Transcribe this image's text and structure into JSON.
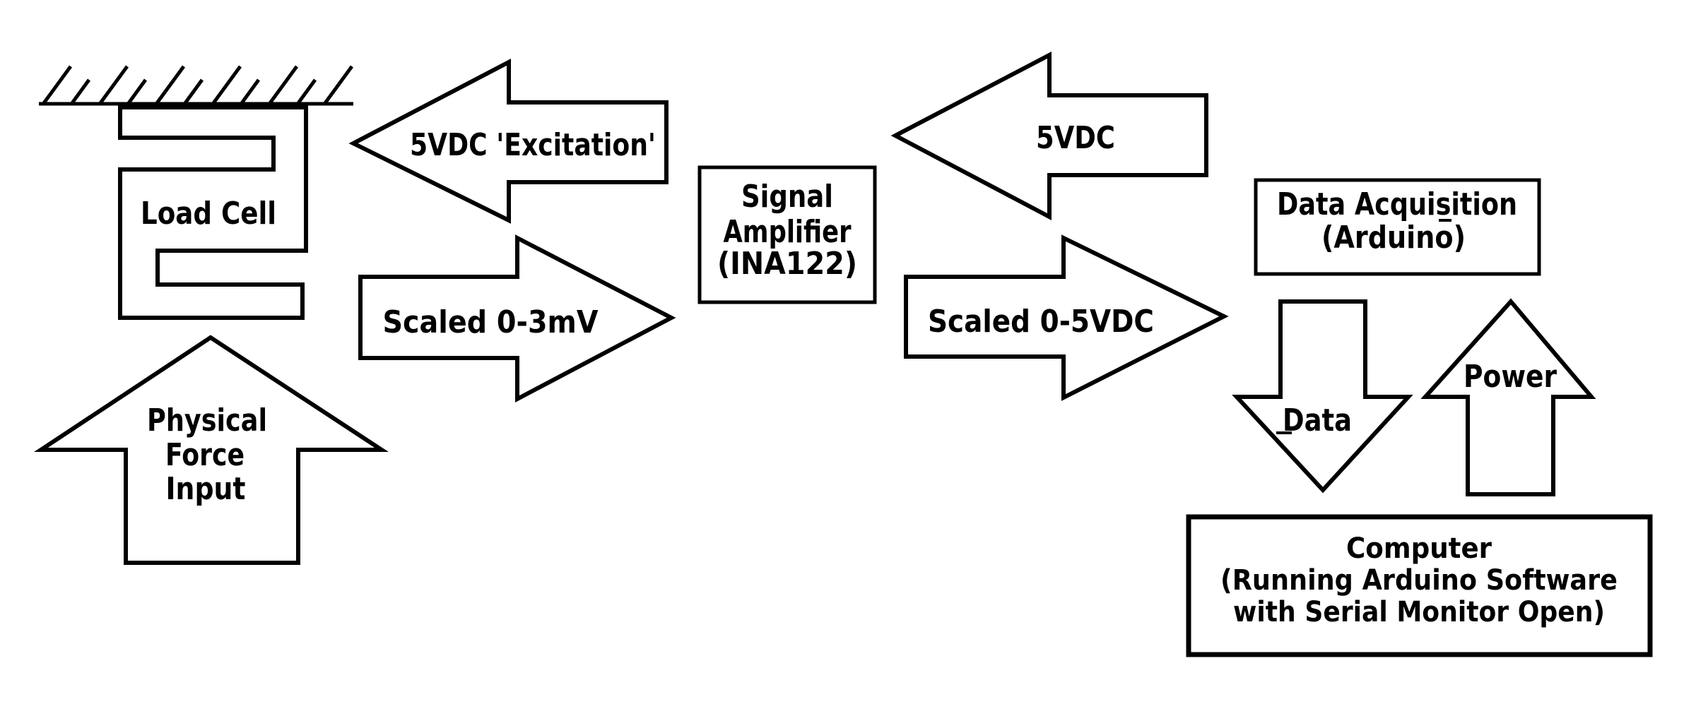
{
  "diagram": {
    "colors": {
      "background": "#ffffff",
      "line": "#000000",
      "text": "#000000"
    },
    "nodes": {
      "load_cell": {
        "label": "Load Cell"
      },
      "signal_amplifier": {
        "line1": "Signal",
        "line2": "Amplifier",
        "line3": "(INA122)"
      },
      "data_acquisition": {
        "line1": "Data Acquisition",
        "line2": "(Arduino)"
      },
      "computer": {
        "line1": "Computer",
        "line2": "(Running Arduino Software",
        "line3": "with Serial Monitor Open)"
      }
    },
    "arrows": {
      "excitation": {
        "label": "5VDC 'Excitation'",
        "direction": "left"
      },
      "scaled_mv": {
        "label": "Scaled 0-3mV",
        "direction": "right"
      },
      "supply_5vdc": {
        "label": "5VDC",
        "direction": "left"
      },
      "scaled_vdc": {
        "label": "Scaled 0-5VDC",
        "direction": "right"
      },
      "data": {
        "label": "Data",
        "direction": "down"
      },
      "power": {
        "label": "Power",
        "direction": "up"
      },
      "physical_force": {
        "line1": "Physical",
        "line2": "Force",
        "line3": "Input",
        "direction": "up"
      }
    }
  }
}
